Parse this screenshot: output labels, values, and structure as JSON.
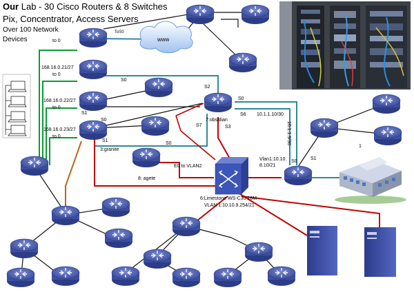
{
  "header": {
    "title_bold": "Our",
    "title_rest": "Lab - 30 Cisco Routers & 8 Switches",
    "line2": "Pix, Concentrator, Access Servers",
    "line3": "Over 100 Network",
    "line4": "Devices"
  },
  "colors": {
    "red_link": "#c00000",
    "green_link": "#0b9a34",
    "teal_link": "#2e8a98",
    "orange_link": "#b8661b",
    "black_link": "#111111",
    "router_fill": "#4e61b4",
    "switch_fill": "#3b56b8"
  },
  "labels": {
    "to0_a": "to 0",
    "to0_b": "to 0",
    "to0_c": "to 0",
    "net21": "168.16.0.21/27",
    "net22": "168.16.0.22/27",
    "net23": "168.16.0.23/27",
    "s0_a": "S0",
    "s0_b": "S0",
    "s0_c": "S0",
    "s0_d": "S0",
    "s0_e": "S0",
    "s1_a": "S1",
    "s1_b": "S1",
    "s1_c": "S1",
    "s2": "S2",
    "s3": "S3",
    "s6": "S6",
    "s7": "S7",
    "obsidian": "7:obsidian",
    "granite": "3:granite",
    "agete": "8: agete",
    "e0_vlan2": "E0 to VLAN2",
    "net_10_1": "10.1.1.10/30",
    "net_10_1_vert": "10.1.1.9/30",
    "vlan1": "Vlan1:10.10.",
    "vlan1b": "8.10/21",
    "limestone1": "6:Limestone WS-C30 16M",
    "limestone2": "VLAN 1:10.10.9.254/21",
    "www": "www",
    "one": "1",
    "trunc": "ToS0"
  }
}
